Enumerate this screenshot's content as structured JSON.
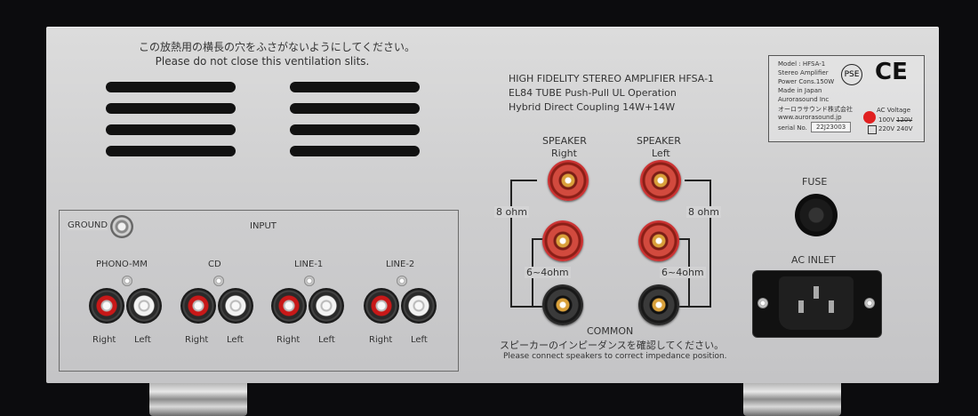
{
  "vent_note": {
    "jp": "この放熱用の横長の穴をふさがないようにしてください。",
    "en": "Please do not close this ventilation slits."
  },
  "model_title": {
    "line1": "HIGH FIDELITY STEREO AMPLIFIER HFSA-1",
    "line2": "EL84 TUBE Push-Pull UL Operation",
    "line3": "Hybrid Direct Coupling  14W+14W"
  },
  "rating_label": {
    "model": "Model : HFSA-1",
    "type": "Stereo Amplifier",
    "power": "Power Cons.150W",
    "origin": "Made in Japan",
    "maker_en": "Aurorasound Inc",
    "maker_jp": "オーロラサウンド株式会社",
    "website": "www.aurorasound.jp",
    "serial_label": "serial No.",
    "serial_value": "22J23003",
    "pse_mark": "PSE",
    "ce_mark": "CE",
    "ac_voltage_title": "AC Voltage",
    "ac_voltage_100": "100V",
    "ac_voltage_120": "120V",
    "ac_voltage_220": "220V 240V",
    "dot_color": "#e02020"
  },
  "speaker": {
    "right_title": "SPEAKER",
    "right_sub": "Right",
    "left_title": "SPEAKER",
    "left_sub": "Left",
    "ohm8_left": "8 ohm",
    "ohm8_right": "8 ohm",
    "ohm64_left": "6~4ohm",
    "ohm64_right": "6~4ohm",
    "common": "COMMON",
    "note_jp": "スピーカーのインピーダンスを確認してください。",
    "note_en": "Please connect speakers to correct impedance position.",
    "post_color": "#d24a3e"
  },
  "input_section": {
    "ground": "GROUND",
    "title": "INPUT",
    "groups": [
      {
        "name": "PHONO-MM",
        "right": "Right",
        "left": "Left"
      },
      {
        "name": "CD",
        "right": "Right",
        "left": "Left"
      },
      {
        "name": "LINE-1",
        "right": "Right",
        "left": "Left"
      },
      {
        "name": "LINE-2",
        "right": "Right",
        "left": "Left"
      }
    ],
    "rca_red": "#c81818"
  },
  "power": {
    "fuse": "FUSE",
    "ac_inlet": "AC INLET"
  }
}
